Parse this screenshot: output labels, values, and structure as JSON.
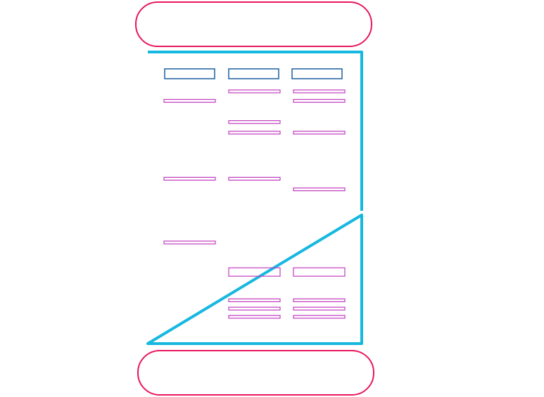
{
  "diagram": {
    "colors": {
      "terminal_border": "#e8175d",
      "gel_border": "#16b8e0",
      "well_border": "#1a5ea0",
      "band_border": "#c23bbf",
      "background": "#ffffff"
    },
    "lanes": [
      {
        "bands": [
          {
            "level": 0.055,
            "thickness": "thin"
          },
          {
            "level": 0.385,
            "thickness": "thin"
          },
          {
            "level": 0.655,
            "thickness": "thin"
          }
        ]
      },
      {
        "bands": [
          {
            "level": 0.015,
            "thickness": "thin"
          },
          {
            "level": 0.145,
            "thickness": "thin"
          },
          {
            "level": 0.19,
            "thickness": "thin"
          },
          {
            "level": 0.385,
            "thickness": "thin"
          },
          {
            "level": 0.78,
            "thickness": "thick"
          },
          {
            "level": 0.9,
            "thickness": "thin"
          },
          {
            "level": 0.935,
            "thickness": "thin"
          },
          {
            "level": 0.97,
            "thickness": "thin"
          }
        ]
      },
      {
        "bands": [
          {
            "level": 0.015,
            "thickness": "thin"
          },
          {
            "level": 0.055,
            "thickness": "thin"
          },
          {
            "level": 0.19,
            "thickness": "thin"
          },
          {
            "level": 0.43,
            "thickness": "thin"
          },
          {
            "level": 0.78,
            "thickness": "thick"
          },
          {
            "level": 0.9,
            "thickness": "thin"
          },
          {
            "level": 0.935,
            "thickness": "thin"
          },
          {
            "level": 0.97,
            "thickness": "thin"
          }
        ]
      }
    ]
  }
}
